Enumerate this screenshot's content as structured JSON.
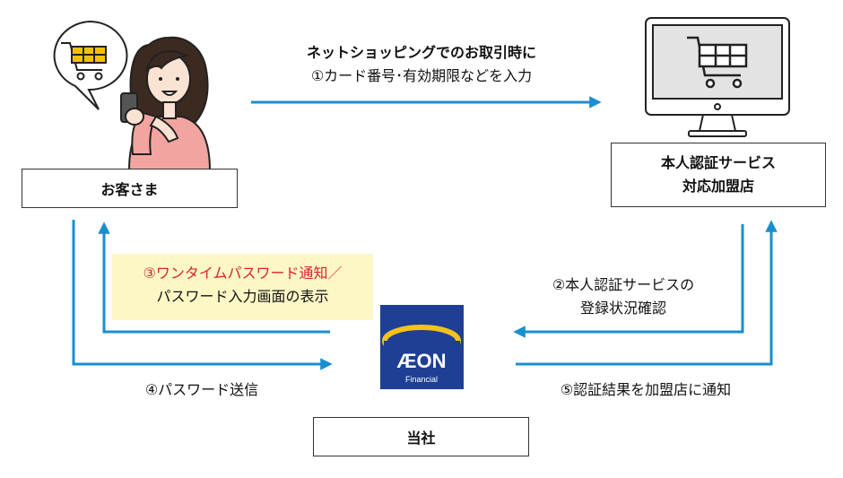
{
  "nodes": {
    "customer": "お客さま",
    "merchant_line1": "本人認証サービス",
    "merchant_line2": "対応加盟店",
    "company": "当社"
  },
  "steps": {
    "step1_title": "ネットショッピングでのお取引時に",
    "step1_text": "①カード番号･有効期限などを入力",
    "step2_line1": "②本人認証サービスの",
    "step2_line2": "登録状況確認",
    "step3_line1": "③ワンタイムパスワード通知／",
    "step3_line2": "パスワード入力画面の表示",
    "step4_text": "④パスワード送信",
    "step5_text": "⑤認証結果を加盟店に通知"
  },
  "logo": {
    "text": "ÆON",
    "subtext": "Financial"
  },
  "colors": {
    "arrow": "#1a8fd0",
    "highlight": "#fdf7c6",
    "accent_red": "#d9232f",
    "logo_bg": "#1e3f93",
    "logo_ring": "#f4c21b"
  }
}
